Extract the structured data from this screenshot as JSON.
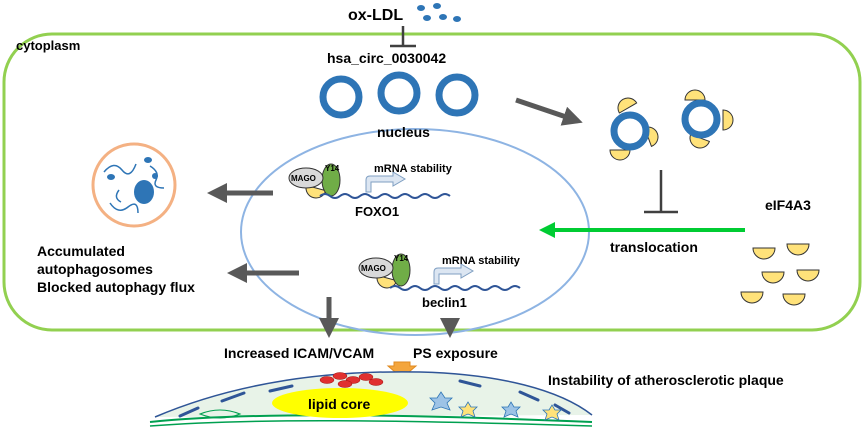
{
  "labels": {
    "ox_ldl": "ox-LDL",
    "cytoplasm": "cytoplasm",
    "circ_rna": "hsa_circ_0030042",
    "nucleus": "nucleus",
    "mrna_stability_1": "mRNA stability",
    "mrna_stability_2": "mRNA stability",
    "mago_1": "MAGO",
    "y14_1": "Y14",
    "mago_2": "MAGO",
    "y14_2": "Y14",
    "foxo1": "FOXO1",
    "beclin1": "beclin1",
    "eif4a3": "eIF4A3",
    "translocation": "translocation",
    "outcome_line1": "Accumulated",
    "outcome_line2": "autophagosomes",
    "outcome_line3": "Blocked autophagy flux",
    "icam_vcam": "Increased ICAM/VCAM",
    "ps_exposure": "PS exposure",
    "plaque": "Instability of atherosclerotic plaque",
    "lipid_core": "lipid core"
  },
  "colors": {
    "cell_border": "#92d050",
    "nucleus_border": "#8eb4e3",
    "circ_ring": "#2e75b6",
    "eif4a3_fill": "#ffe27a",
    "mago_fill": "#d9d9d9",
    "y14_fill": "#70ad47",
    "translocation_arrow": "#00cc33",
    "dark_arrow": "#595959",
    "lipid_core": "#ffff00",
    "rna_strand": "#2f5597"
  }
}
